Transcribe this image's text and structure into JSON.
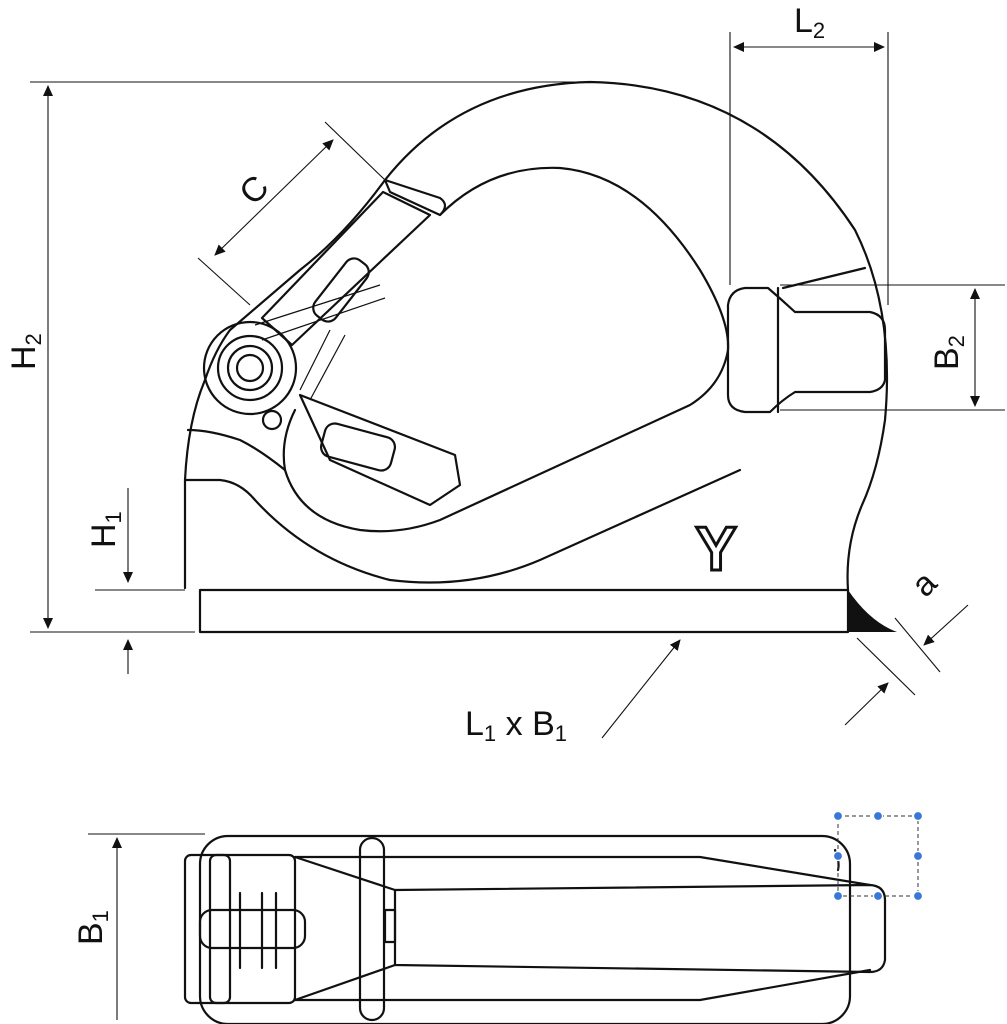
{
  "labels": {
    "L2": {
      "main": "L",
      "sub": "2"
    },
    "H2": {
      "main": "H",
      "sub": "2"
    },
    "C": {
      "main": "C"
    },
    "B2": {
      "main": "B",
      "sub": "2"
    },
    "H1": {
      "main": "H",
      "sub": "1"
    },
    "a": {
      "main": "a"
    },
    "L1xB1": {
      "main1": "L",
      "sub1": "1",
      "mid": " x B",
      "sub2": "1"
    },
    "B1": {
      "main": "B",
      "sub": "1"
    }
  },
  "mark": "Y",
  "colors": {
    "line": "#111111",
    "handle": "#3a78d8",
    "background": "#ffffff"
  }
}
